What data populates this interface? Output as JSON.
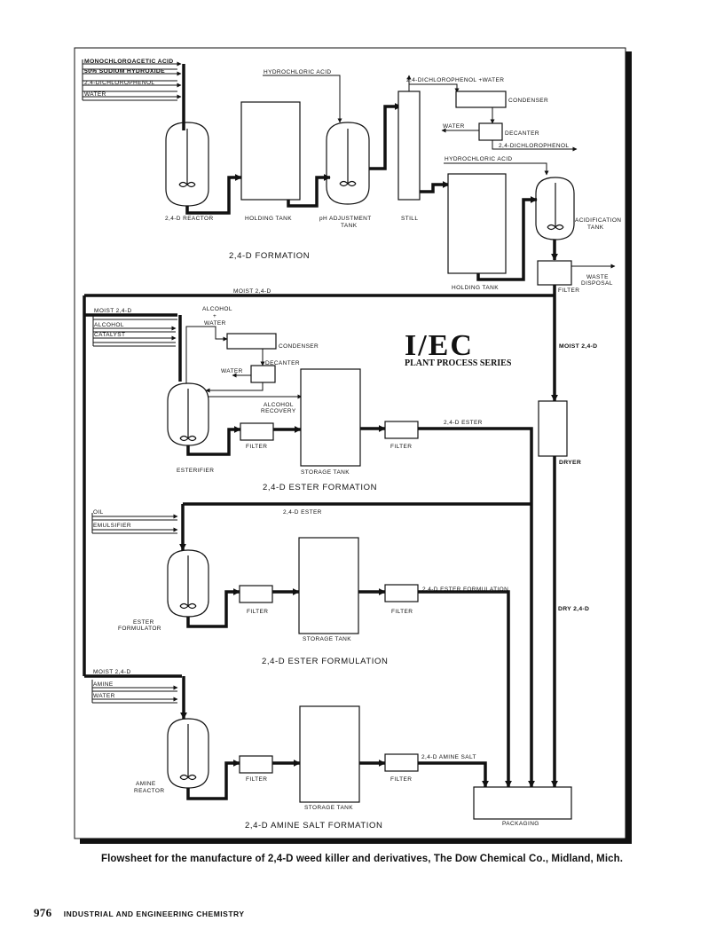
{
  "feeds": {
    "monochloroacetic": "MONOCHLOROACETIC ACID",
    "sodium_hydroxide": "50% SODIUM HYDROXIDE",
    "dichlorophenol": "2,4-DICHLOROPHENOL",
    "water": "WATER",
    "hydrochloric_1": "HYDROCHLORIC ACID",
    "dichlorophenol_water": "2,4-DICHLOROPHENOL +WATER",
    "water_decanter": "WATER",
    "dichlorophenol_out": "2,4-DICHLOROPHENOL",
    "hydrochloric_2": "HYDROCHLORIC ACID"
  },
  "units": {
    "reactor": "2,4-D REACTOR",
    "holding_tank_1": "HOLDING TANK",
    "ph_adjust_1": "pH ADJUSTMENT",
    "ph_adjust_2": "TANK",
    "still": "STILL",
    "condenser_1": "CONDENSER",
    "decanter_1": "DECANTER",
    "acid_tank_1": "ACIDIFICATION",
    "acid_tank_2": "TANK",
    "holding_tank_2": "HOLDING TANK",
    "filter_main": "FILTER",
    "waste_1": "WASTE",
    "waste_2": "DISPOSAL"
  },
  "stages": {
    "formation": "2,4-D FORMATION",
    "ester_formation": "2,4-D ESTER FORMATION",
    "ester_formulation": "2,4-D ESTER FORMULATION",
    "amine_salt": "2,4-D AMINE SALT FORMATION"
  },
  "ester": {
    "moist_top": "MOIST 2,4-D",
    "moist": "MOIST 2,4-D",
    "alcohol": "ALCOHOL",
    "catalyst": "CATALYST",
    "alcohol_water_1": "ALCOHOL",
    "alcohol_water_2": "+",
    "alcohol_water_3": "WATER",
    "condenser": "CONDENSER",
    "decanter": "DECANTER",
    "water": "WATER",
    "alcohol_recovery_1": "ALCOHOL",
    "alcohol_recovery_2": "RECOVERY",
    "esterifier": "ESTERIFIER",
    "filter_1": "FILTER",
    "storage": "STORAGE TANK",
    "filter_2": "FILTER",
    "product": "2,4-D ESTER"
  },
  "right_column": {
    "moist": "MOIST 2,4-D",
    "dryer": "DRYER",
    "dry": "DRY 2,4-D"
  },
  "formulation": {
    "oil": "OIL",
    "emulsifier": "EMULSIFIER",
    "ester_feed": "2,4-D ESTER",
    "formulator_1": "ESTER",
    "formulator_2": "FORMULATOR",
    "filter_1": "FILTER",
    "storage": "STORAGE TANK",
    "filter_2": "FILTER",
    "product": "2,4-D ESTER FORMULATION"
  },
  "amine": {
    "moist": "MOIST 2,4-D",
    "amine": "AMINE",
    "water": "WATER",
    "reactor_1": "AMINE",
    "reactor_2": "REACTOR",
    "filter_1": "FILTER",
    "storage": "STORAGE TANK",
    "filter_2": "FILTER",
    "product": "2,4-D AMINE SALT",
    "packaging": "PACKAGING"
  },
  "logo": {
    "main": "I/EC",
    "sub": "PLANT PROCESS SERIES"
  },
  "caption": "Flowsheet for the manufacture of 2,4-D weed killer and derivatives, The Dow Chemical Co., Midland, Mich.",
  "footer": {
    "page": "976",
    "journal": "INDUSTRIAL AND ENGINEERING CHEMISTRY"
  }
}
